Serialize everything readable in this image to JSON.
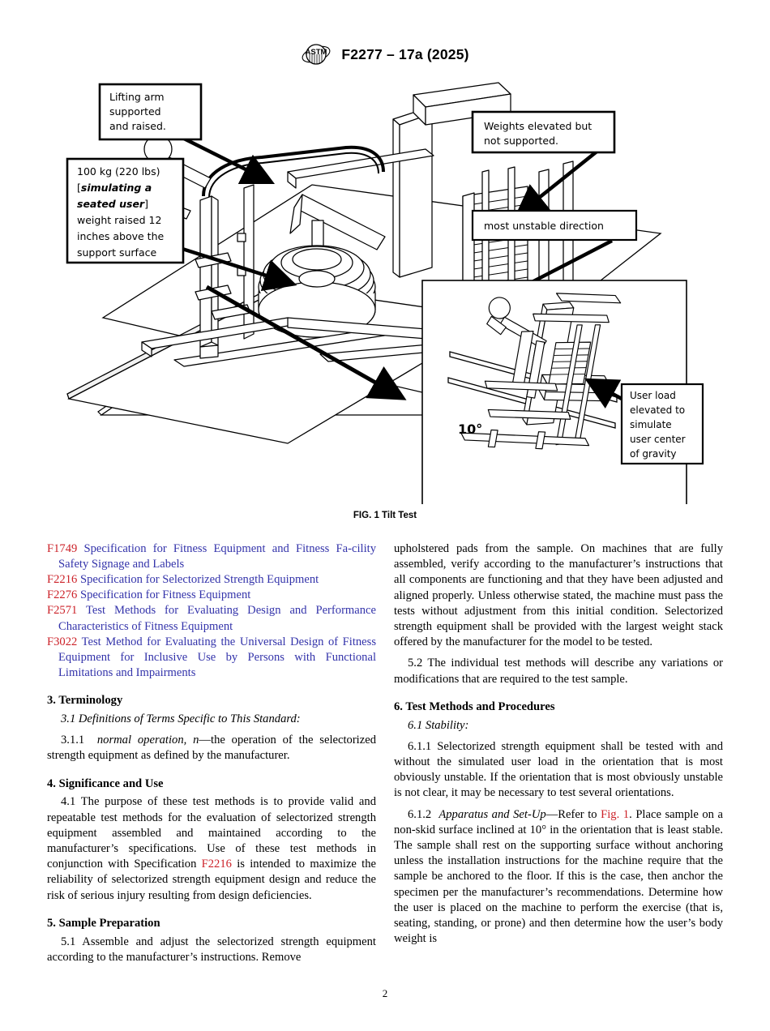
{
  "header": {
    "logo_icon": "astm-logo-icon",
    "designation": "F2277 – 17a (2025)"
  },
  "figure": {
    "caption": "FIG. 1 Tilt Test",
    "callouts": {
      "lifting_arm": [
        "Lifting arm",
        "supported",
        "and raised."
      ],
      "weight_note": {
        "line1": "100 kg (220 lbs)",
        "line2_prefix": "[",
        "line2_em": "simulating a",
        "line3_em": "seated user",
        "line3_suffix": "]",
        "line4": "weight raised 12",
        "line5": "inches above the",
        "line6": "support surface"
      },
      "weights_elevated": [
        "Weights elevated but",
        "not supported."
      ],
      "most_unstable": "most unstable direction",
      "user_load": [
        "User load",
        "elevated to",
        "simulate",
        "user center",
        "of gravity"
      ],
      "angle_label": "10°"
    }
  },
  "references": [
    {
      "code": "F1749",
      "title": "Specification for Fitness Equipment and Fitness Fa-cility Safety Signage and Labels"
    },
    {
      "code": "F2216",
      "title": "Specification for Selectorized Strength Equipment"
    },
    {
      "code": "F2276",
      "title": "Specification for Fitness Equipment"
    },
    {
      "code": "F2571",
      "title": "Test Methods for Evaluating Design and Performance Characteristics of Fitness Equipment"
    },
    {
      "code": "F3022",
      "title": "Test Method for Evaluating the Universal Design of Fitness Equipment for Inclusive Use by Persons with Functional Limitations and Impairments"
    }
  ],
  "left_column": {
    "sec3_heading": "3.  Terminology",
    "p31": "3.1  Definitions of Terms Specific to This Standard:",
    "p311_num": "3.1.1",
    "p311_term": "normal operation, n",
    "p311_rest": "—the operation of the selectorized strength equipment as defined by the manufacturer.",
    "sec4_heading": "4.  Significance and Use",
    "p41_a": "4.1  The purpose of these test methods is to provide valid and repeatable test methods for the evaluation of selectorized strength equipment assembled and maintained according to the manufacturer’s specifications. Use of these test methods in conjunction with Specification ",
    "p41_link": "F2216",
    "p41_b": " is intended to maximize the reliability of selectorized strength equipment design and reduce the risk of serious injury resulting from design deficiencies.",
    "sec5_heading": "5.  Sample Preparation",
    "p51": "5.1  Assemble and adjust the selectorized strength equipment according to the manufacturer’s instructions. Remove"
  },
  "right_column": {
    "p51_cont": "upholstered pads from the sample. On machines that are fully assembled, verify according to the manufacturer’s instructions that all components are functioning and that they have been adjusted and aligned properly. Unless otherwise stated, the machine must pass the tests without adjustment from this initial condition. Selectorized strength equipment shall be provided with the largest weight stack offered by the manufacturer for the model to be tested.",
    "p52": "5.2  The individual test methods will describe any variations or modifications that are required to the test sample.",
    "sec6_heading": "6.  Test Methods and Procedures",
    "p61": "6.1  Stability:",
    "p611": "6.1.1  Selectorized strength equipment shall be tested with and without the simulated user load in the orientation that is most obviously unstable. If the orientation that is most obviously unstable is not clear, it may be necessary to test several orientations.",
    "p612_num": "6.1.2",
    "p612_term": "Apparatus and Set-Up",
    "p612_a": "—Refer to ",
    "p612_link": "Fig. 1",
    "p612_b": ". Place sample on a non-skid surface inclined at 10° in the orientation that is least stable. The sample shall rest on the supporting surface without anchoring unless the installation instructions for the machine require that the sample be anchored to the floor. If this is the case, then anchor the specimen per the manufacturer’s recommendations. Determine how the user is placed on the machine to perform the exercise (that is, seating, standing, or prone) and then determine how the user’s body weight is"
  },
  "footer": {
    "page_number": "2"
  },
  "colors": {
    "link_red": "#cc2229",
    "ref_blue": "#3333aa",
    "line": "#000000"
  }
}
